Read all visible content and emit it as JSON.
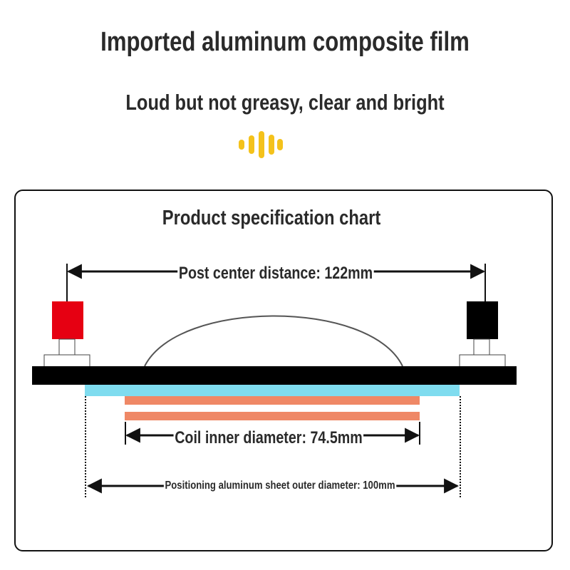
{
  "header": {
    "title": "Imported aluminum composite film",
    "subtitle": "Loud but not greasy, clear and bright"
  },
  "icons": {
    "sound": "sound-wave-icon"
  },
  "colors": {
    "accent_yellow": "#f4c21b",
    "terminal_positive": "#e60012",
    "terminal_negative": "#000000",
    "magnet_plate": "#000000",
    "aluminum_sheet": "#7fdcef",
    "coil": "#ef8866"
  },
  "spec_chart": {
    "title": "Product specification chart",
    "post_center_distance": "Post center distance: 122mm",
    "coil_inner_diameter": "Coil inner diameter: 74.5mm",
    "sheet_outer_diameter": "Positioning aluminum sheet outer diameter: 100mm"
  }
}
